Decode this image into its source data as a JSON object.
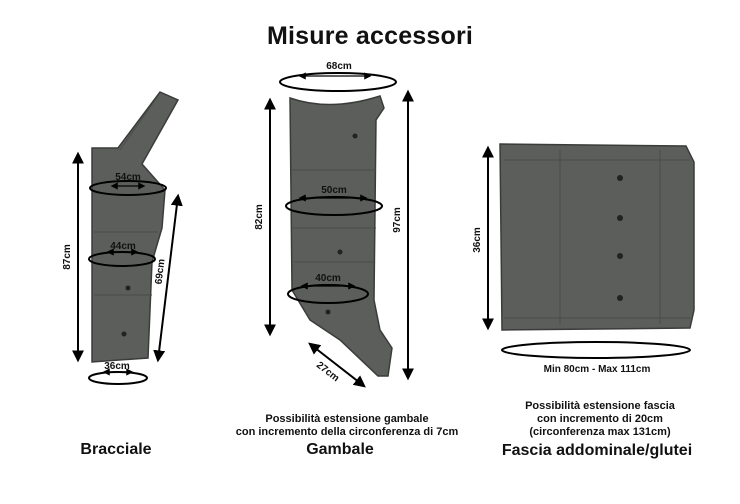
{
  "title": "Misure accessori",
  "bracciale": {
    "caption": "Bracciale",
    "measures": {
      "top_width": "54cm",
      "mid_width": "44cm",
      "bottom_width": "36cm",
      "length_left": "87cm",
      "length_right": "69cm"
    }
  },
  "gambale": {
    "caption": "Gambale",
    "measures": {
      "top_circ": "68cm",
      "upper": "50cm",
      "lower": "40cm",
      "foot": "27cm",
      "length_left": "82cm",
      "length_right": "97cm"
    },
    "note": [
      "Possibilità estensione gambale",
      "con incremento della circonferenza di 7cm"
    ]
  },
  "fascia": {
    "caption": "Fascia addominale/glutei",
    "measures": {
      "height": "36cm",
      "width": "Min 80cm - Max 111cm"
    },
    "note": [
      "Possibilità estensione fascia",
      "con incremento di 20cm",
      "(circonferenza max 131cm)"
    ]
  },
  "colors": {
    "fabric": "#5b5e5b",
    "fabric_edge": "#3a3c3a",
    "line": "#000000"
  }
}
